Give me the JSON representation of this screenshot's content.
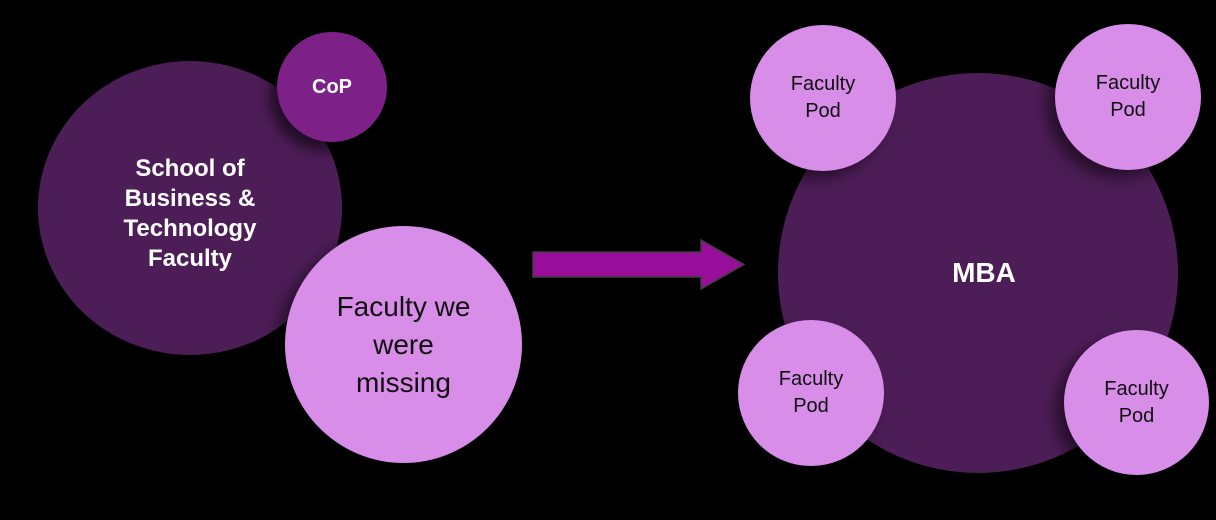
{
  "colors": {
    "background": "#000000",
    "dark_circle": "#4D1D57",
    "cop_circle": "#7D2087",
    "light_circle": "#D88DE9",
    "arrow_fill": "#990D9B",
    "arrow_outline": "#3F3F3F",
    "light_text": "#FFFFFF",
    "dark_text": "#0F0F0F"
  },
  "left_group": {
    "main_circle": {
      "lines": [
        "School of",
        "Business &",
        "Technology",
        "Faculty"
      ]
    },
    "cop_circle": {
      "label": "CoP"
    },
    "missing_circle": {
      "lines": [
        "Faculty we",
        "were",
        "missing"
      ]
    }
  },
  "arrow": {
    "direction": "right"
  },
  "right_group": {
    "mba_circle": {
      "label": "MBA"
    },
    "pods": [
      {
        "lines": [
          "Faculty",
          "Pod"
        ]
      },
      {
        "lines": [
          "Faculty",
          "Pod"
        ]
      },
      {
        "lines": [
          "Faculty",
          "Pod"
        ]
      },
      {
        "lines": [
          "Faculty",
          "Pod"
        ]
      }
    ]
  }
}
